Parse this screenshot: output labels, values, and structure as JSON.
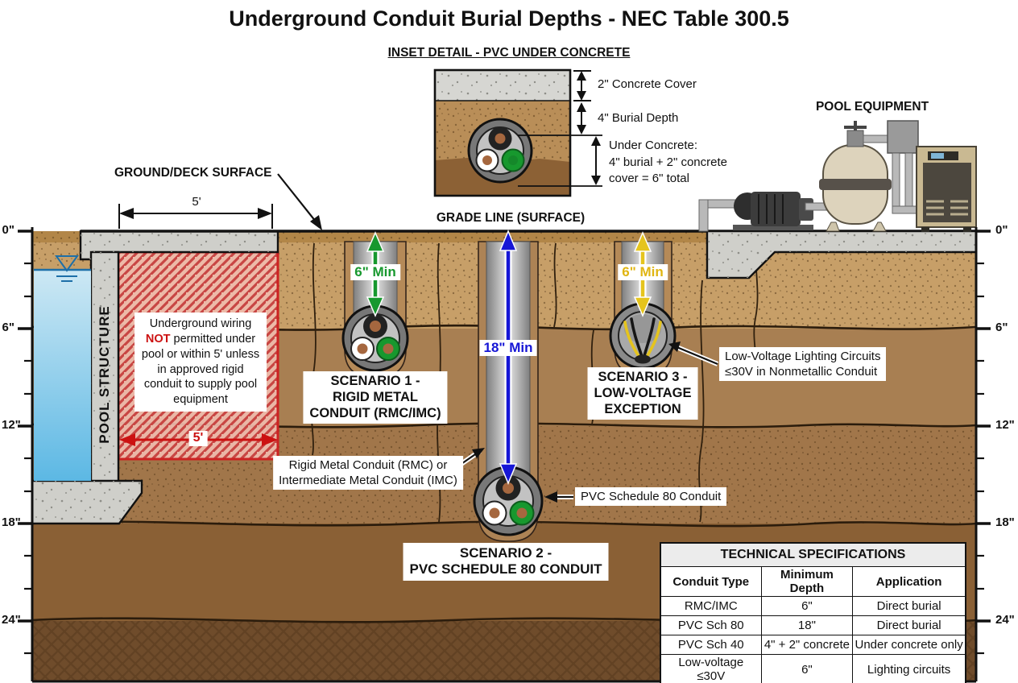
{
  "title": "Underground Conduit Burial Depths - NEC Table 300.5",
  "inset": {
    "heading": "INSET DETAIL - PVC UNDER CONCRETE",
    "concrete_cover": "2\" Concrete Cover",
    "burial_depth": "4\" Burial Depth",
    "under_concrete_lines": [
      "Under Concrete:",
      "4\" burial + 2\" concrete",
      "cover = 6\" total"
    ]
  },
  "pool_equipment": {
    "label": "POOL EQUIPMENT"
  },
  "surface": {
    "ground_deck_label": "GROUND/DECK SURFACE",
    "grade_line_label": "GRADE LINE (SURFACE)",
    "deck_width_dim": "5'"
  },
  "ruler": {
    "depths": [
      "0\"",
      "6\"",
      "12\"",
      "18\"",
      "24\""
    ]
  },
  "pool": {
    "structure_label": "POOL STRUCTURE",
    "restriction": {
      "line1": "Underground wiring",
      "not_word": "NOT",
      "line2_rest": " permitted under",
      "line3": "pool or within 5' unless",
      "line4": "in approved rigid",
      "line5": "conduit to supply pool",
      "line6": "equipment",
      "width_dim": "5'"
    }
  },
  "scenario1": {
    "min_depth": "6\" Min",
    "name_lines": [
      "SCENARIO 1 -",
      "RIGID METAL",
      "CONDUIT (RMC/IMC)"
    ]
  },
  "scenario2": {
    "min_depth": "18\" Min",
    "name_lines": [
      "SCENARIO 2 -",
      "PVC SCHEDULE 80 CONDUIT"
    ],
    "conduit_callout_lines": [
      "Rigid Metal Conduit (RMC) or",
      "Intermediate Metal Conduit (IMC)"
    ],
    "pvc_callout": "PVC Schedule 80 Conduit"
  },
  "scenario3": {
    "min_depth": "6\" Min",
    "name_lines": [
      "SCENARIO 3 -",
      "LOW-VOLTAGE",
      "EXCEPTION"
    ],
    "callout_lines": [
      "Low-Voltage Lighting Circuits",
      "≤30V in Nonmetallic Conduit"
    ]
  },
  "spec_table": {
    "title": "TECHNICAL SPECIFICATIONS",
    "headers": [
      "Conduit Type",
      "Minimum Depth",
      "Application"
    ],
    "rows": [
      [
        "RMC/IMC",
        "6\"",
        "Direct burial"
      ],
      [
        "PVC Sch 80",
        "18\"",
        "Direct burial"
      ],
      [
        "PVC Sch 40",
        "4\" + 2\" concrete",
        "Under concrete only"
      ],
      [
        "Low-voltage ≤30V",
        "6\"",
        "Lighting circuits"
      ]
    ]
  },
  "colors": {
    "depth_green": "#1c982e",
    "depth_blue": "#1616d6",
    "depth_yellow": "#e0b512",
    "restriction_red": "#cc1111"
  }
}
